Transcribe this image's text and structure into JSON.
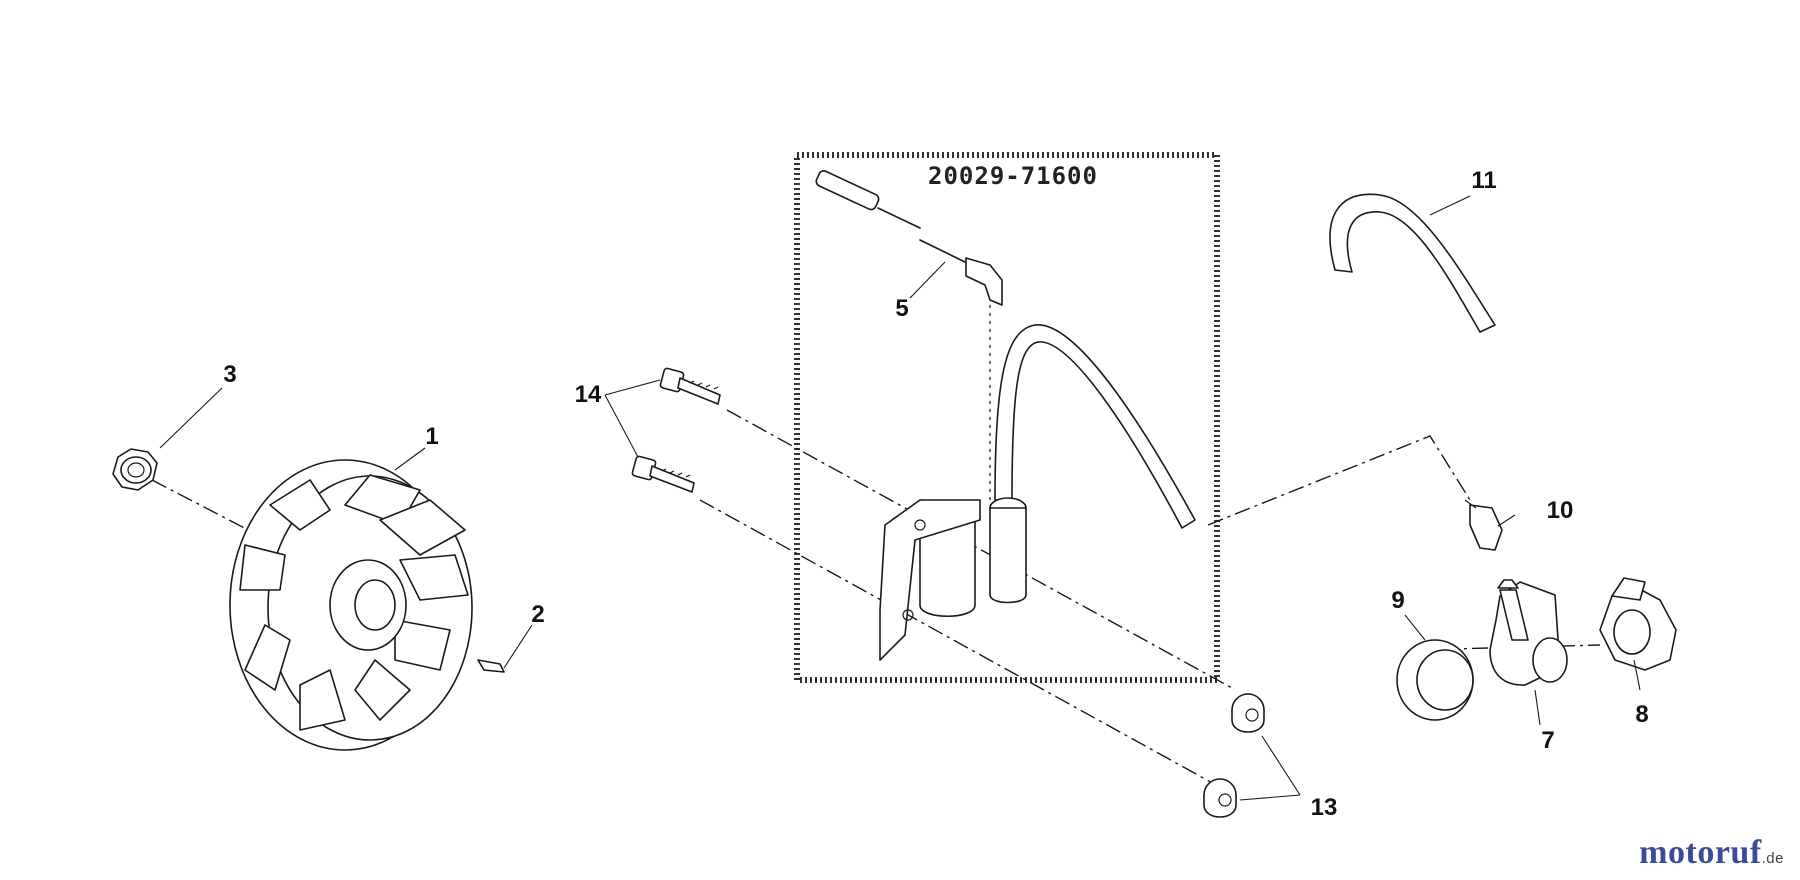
{
  "kit_box": {
    "part_number": "20029-71600"
  },
  "callouts": {
    "p1": "1",
    "p2": "2",
    "p3": "3",
    "p5": "5",
    "p7": "7",
    "p8": "8",
    "p9": "9",
    "p10": "10",
    "p11": "11",
    "p13": "13",
    "p14": "14"
  },
  "watermark": {
    "name": "motoruf",
    "tld": ".de"
  }
}
